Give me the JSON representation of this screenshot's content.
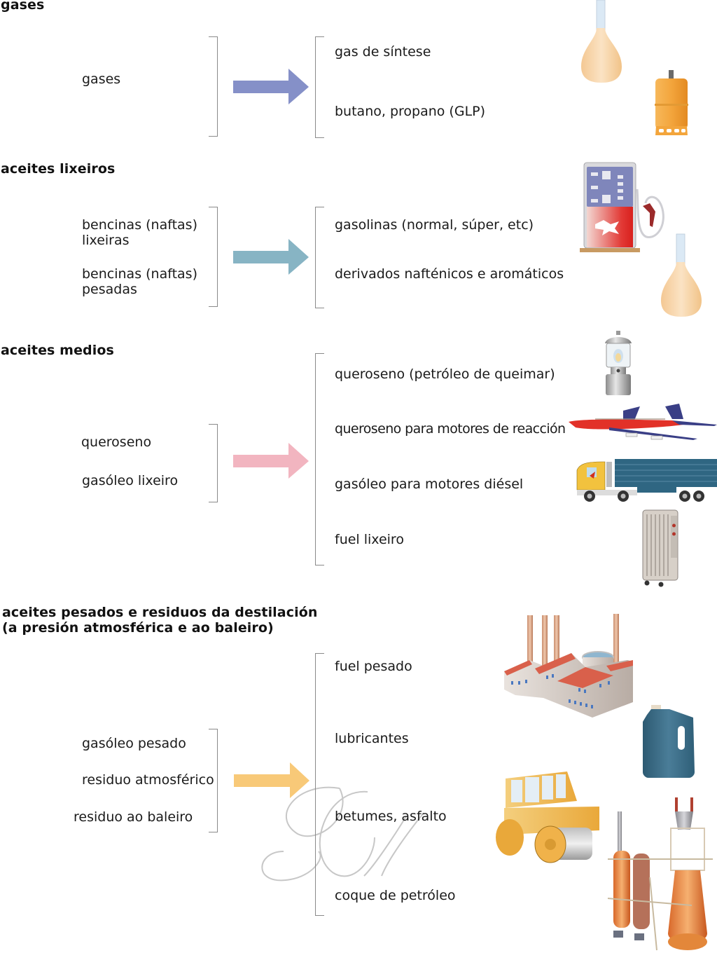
{
  "sections": [
    {
      "heading": "gases",
      "inputs": [
        "gases"
      ],
      "arrow_color": "#8590c8",
      "products": [
        "gas de síntese",
        "butano, propano (GLP)"
      ],
      "illustrations": [
        "flask-icon",
        "gas-cylinder-icon"
      ]
    },
    {
      "heading": "aceites lixeiros",
      "inputs": [
        "bencinas (naftas)\nlixeiras",
        "bencinas (naftas)\npesadas"
      ],
      "input_lines": [
        [
          "bencinas (naftas)",
          "lixeiras"
        ],
        [
          "bencinas (naftas)",
          "pesadas"
        ]
      ],
      "arrow_color": "#87b4c4",
      "products": [
        "gasolinas (normal, súper, etc)",
        "derivados nafténicos e aromáticos"
      ],
      "illustrations": [
        "fuel-pump-icon",
        "flask-icon"
      ]
    },
    {
      "heading": "aceites medios",
      "inputs": [
        "queroseno",
        "gasóleo lixeiro"
      ],
      "arrow_color": "#f2b5c0",
      "products": [
        "queroseno (petróleo de queimar)",
        "queroseno para motores de reacción",
        "gasóleo para motores diésel",
        "fuel lixeiro"
      ],
      "illustrations": [
        "lantern-icon",
        "jet-plane-icon",
        "truck-icon",
        "radiator-icon"
      ]
    },
    {
      "heading_lines": [
        "aceites pesados e residuos da destilación",
        "(a presión atmosférica e ao baleiro)"
      ],
      "inputs": [
        "gasóleo pesado",
        "residuo atmosférico",
        "residuo ao baleiro"
      ],
      "arrow_color": "#f8c978",
      "products": [
        "fuel pesado",
        "lubricantes",
        "betumes, asfalto",
        "coque de petróleo"
      ],
      "illustrations": [
        "factory-icon",
        "oil-can-icon",
        "road-roller-icon",
        "refinery-tower-icon"
      ]
    }
  ],
  "colors": {
    "bracket": "#8a8a8a",
    "text": "#1a1a1a",
    "flask_liquid": "#f6d5a8",
    "cylinder": "#f1a640",
    "pump_top": "#7f86bb",
    "pump_bottom": "#e23a36",
    "truck_trailer": "#2f6682",
    "truck_cab": "#f2c23e",
    "oil_can": "#3a6b85",
    "roller": "#f2b94a",
    "factory_roof": "#d9604b"
  }
}
